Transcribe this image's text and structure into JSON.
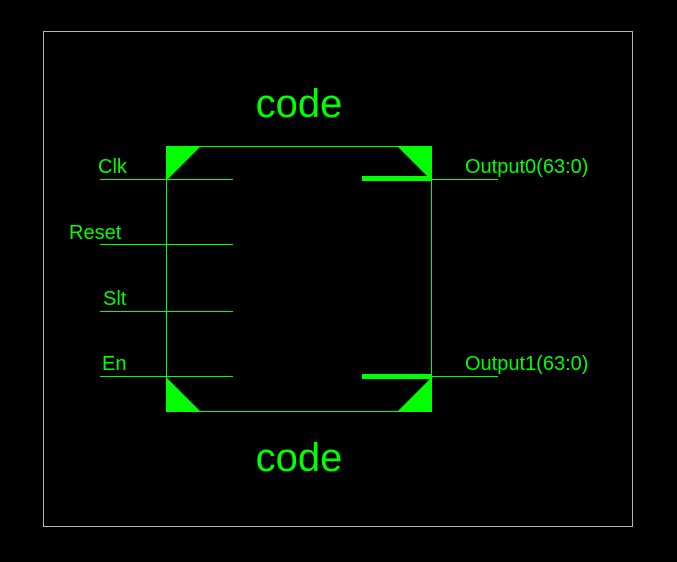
{
  "symbol": {
    "name_top": "code",
    "name_bottom": "code"
  },
  "inputs": [
    {
      "label": "Clk"
    },
    {
      "label": "Reset"
    },
    {
      "label": "Slt"
    },
    {
      "label": "En"
    }
  ],
  "outputs": [
    {
      "label": "Output0(63:0)",
      "bus": true
    },
    {
      "label": "Output1(63:0)",
      "bus": true
    }
  ],
  "colors": {
    "background": "#000000",
    "frame": "#b4b4b4",
    "symbol": "#00ff00"
  }
}
